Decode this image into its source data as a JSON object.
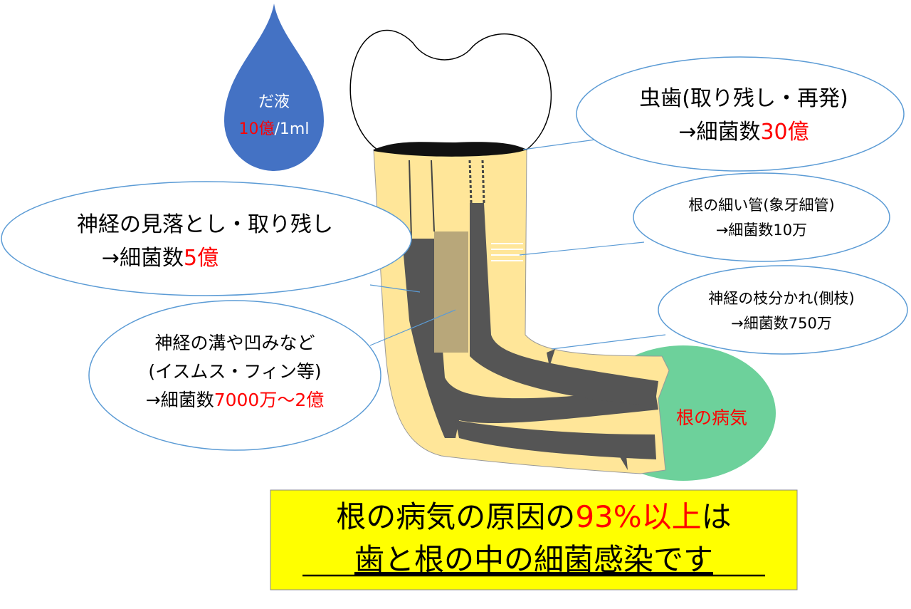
{
  "colors": {
    "saliva": "#4472C4",
    "root": "#FFE699",
    "canal": "#555555",
    "isthmus": "#B8A77A",
    "lesion": "#6DD19B",
    "callout_border": "#5B9BD5",
    "highlight": "#FF0000",
    "banner": "#FFFF00"
  },
  "saliva": {
    "label": "だ液",
    "count": "10億",
    "unit": "/1ml"
  },
  "callouts": {
    "caries": {
      "line1": "虫歯(取り残し・再発)",
      "prefix": "→細菌数",
      "count": "30億"
    },
    "tubules": {
      "line1": "根の細い管(象牙細管)",
      "line2": "→細菌数10万"
    },
    "lateral": {
      "line1": "神経の枝分かれ(側枝)",
      "line2": "→細菌数750万"
    },
    "missed": {
      "line1": "神経の見落とし・取り残し",
      "prefix": "→細菌数",
      "count": "5億"
    },
    "isthmus": {
      "line1": "神経の溝や凹みなど",
      "line2": "(イスムス・フィン等)",
      "prefix": "→細菌数",
      "count": "7000万～2億"
    }
  },
  "lesion_label": "根の病気",
  "banner": {
    "line1_a": "根の病気の原因の",
    "line1_b": "93%以上",
    "line1_c": "は",
    "line2": "歯と根の中の細菌感染です"
  }
}
